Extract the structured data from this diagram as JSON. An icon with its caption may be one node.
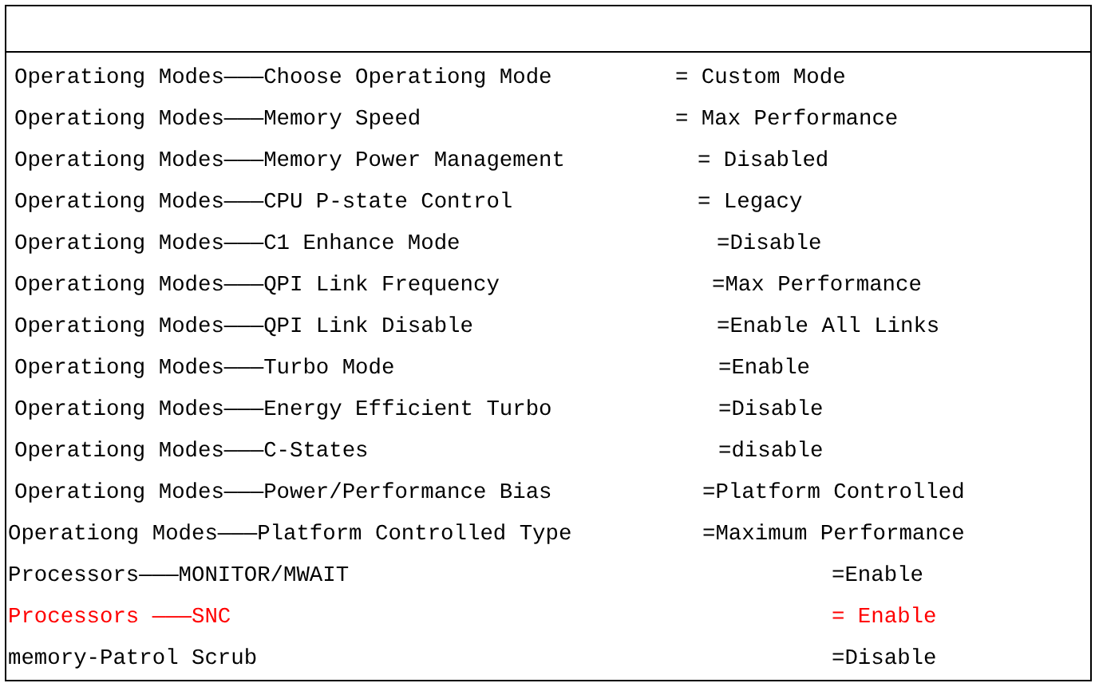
{
  "diagram": {
    "labels": [
      "Operationg Modes———Choose Operationg Mode",
      "= Custom Mode",
      "Operationg Modes———Memory Speed",
      "= Max Performance",
      "Operationg Modes———Memory Power Management",
      "= Disabled",
      "Operationg Modes———CPU P-state Control",
      "= Legacy",
      "Operationg Modes———C1 Enhance Mode",
      "=Disable",
      "Operationg Modes———QPI Link Frequency",
      "=Max Performance",
      "Operationg Modes———QPI Link Disable",
      "=Enable All Links",
      "Operationg Modes———Turbo Mode",
      "=Enable",
      "Operationg Modes———Energy Efficient Turbo",
      "=Disable",
      "Operationg Modes———C-States",
      "=disable",
      "Operationg Modes———Power/Performance Bias",
      "=Platform Controlled",
      "Operationg Modes———Platform Controlled Type",
      "=Maximum Performance",
      "Processors———MONITOR/MWAIT",
      "=Enable",
      "Processors ———SNC",
      "= Enable",
      "memory-Patrol Scrub",
      "=Disable"
    ]
  }
}
